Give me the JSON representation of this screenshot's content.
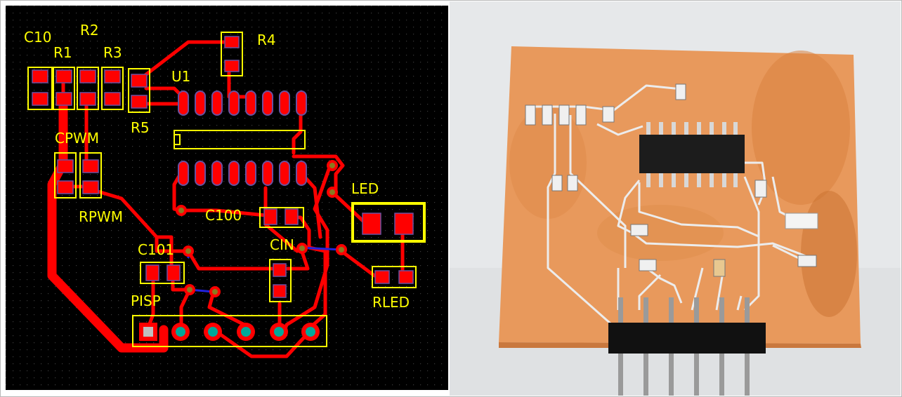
{
  "pcb_layout": {
    "labels": {
      "c10": "C10",
      "r1": "R1",
      "r2": "R2",
      "r3": "R3",
      "r4": "R4",
      "r5": "R5",
      "u1": "U1",
      "cpwm": "CPWM",
      "rpwm": "RPWM",
      "c100": "C100",
      "c101": "C101",
      "cin": "CIN",
      "led": "LED",
      "rled": "RLED",
      "pisp": "PISP"
    },
    "colors": {
      "background": "#000000",
      "copper": "#ff0000",
      "silkscreen": "#ffff00",
      "via": "#8a7a20",
      "through_hole": "#00a89a",
      "bottom_trace": "#2222dd"
    }
  },
  "board_photo": {
    "colors": {
      "substrate": "#e8995c",
      "trace": "#e8e8e8",
      "chip": "#1c1c1c",
      "background": "#e6e8ea"
    }
  }
}
